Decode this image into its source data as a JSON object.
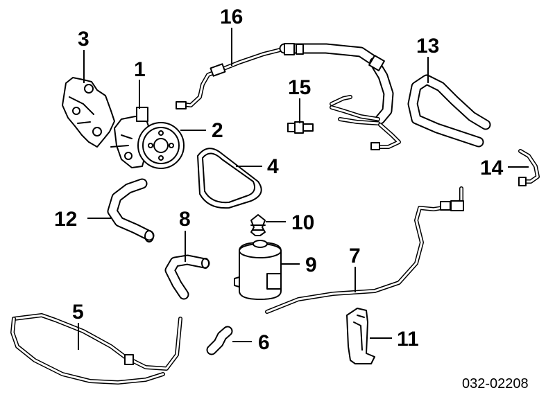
{
  "callouts": {
    "c1": "1",
    "c2": "2",
    "c3": "3",
    "c4": "4",
    "c5": "5",
    "c6": "6",
    "c7": "7",
    "c8": "8",
    "c9": "9",
    "c10": "10",
    "c11": "11",
    "c12": "12",
    "c13": "13",
    "c14": "14",
    "c15": "15",
    "c16": "16"
  },
  "diagram_code": "032-02208"
}
